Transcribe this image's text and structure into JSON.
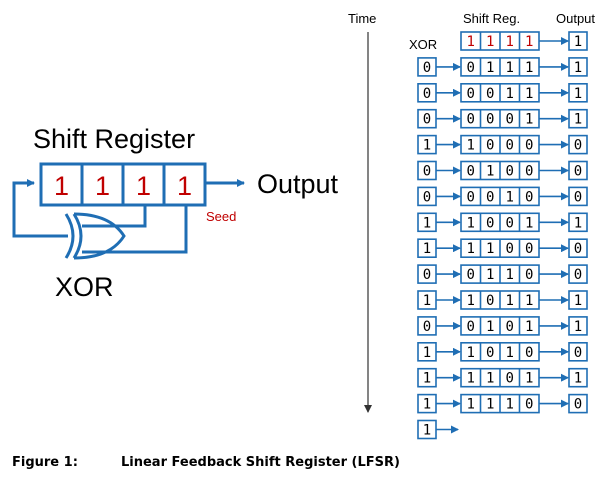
{
  "colors": {
    "frame": "#1f6eb4",
    "seed_bits": "#c00000",
    "text": "#000000",
    "background": "#ffffff"
  },
  "diagram": {
    "title": "Shift Register",
    "register_bits": [
      "1",
      "1",
      "1",
      "1"
    ],
    "output_label": "Output",
    "seed_label": "Seed",
    "xor_label": "XOR"
  },
  "table": {
    "time_label": "Time",
    "shift_reg_header": "Shift Reg.",
    "output_header": "Output",
    "xor_header": "XOR",
    "seed_state": [
      "1",
      "1",
      "1",
      "1"
    ],
    "seed_output": "1",
    "rows": [
      {
        "xor": "0",
        "state": [
          "0",
          "1",
          "1",
          "1"
        ],
        "output": "1"
      },
      {
        "xor": "0",
        "state": [
          "0",
          "0",
          "1",
          "1"
        ],
        "output": "1"
      },
      {
        "xor": "0",
        "state": [
          "0",
          "0",
          "0",
          "1"
        ],
        "output": "1"
      },
      {
        "xor": "1",
        "state": [
          "1",
          "0",
          "0",
          "0"
        ],
        "output": "0"
      },
      {
        "xor": "0",
        "state": [
          "0",
          "1",
          "0",
          "0"
        ],
        "output": "0"
      },
      {
        "xor": "0",
        "state": [
          "0",
          "0",
          "1",
          "0"
        ],
        "output": "0"
      },
      {
        "xor": "1",
        "state": [
          "1",
          "0",
          "0",
          "1"
        ],
        "output": "1"
      },
      {
        "xor": "1",
        "state": [
          "1",
          "1",
          "0",
          "0"
        ],
        "output": "0"
      },
      {
        "xor": "0",
        "state": [
          "0",
          "1",
          "1",
          "0"
        ],
        "output": "0"
      },
      {
        "xor": "1",
        "state": [
          "1",
          "0",
          "1",
          "1"
        ],
        "output": "1"
      },
      {
        "xor": "0",
        "state": [
          "0",
          "1",
          "0",
          "1"
        ],
        "output": "1"
      },
      {
        "xor": "1",
        "state": [
          "1",
          "0",
          "1",
          "0"
        ],
        "output": "0"
      },
      {
        "xor": "1",
        "state": [
          "1",
          "1",
          "0",
          "1"
        ],
        "output": "1"
      },
      {
        "xor": "1",
        "state": [
          "1",
          "1",
          "1",
          "0"
        ],
        "output": "0"
      }
    ],
    "final_xor": "1"
  },
  "caption": {
    "label": "Figure 1:",
    "text": "Linear Feedback Shift Register (LFSR)"
  }
}
